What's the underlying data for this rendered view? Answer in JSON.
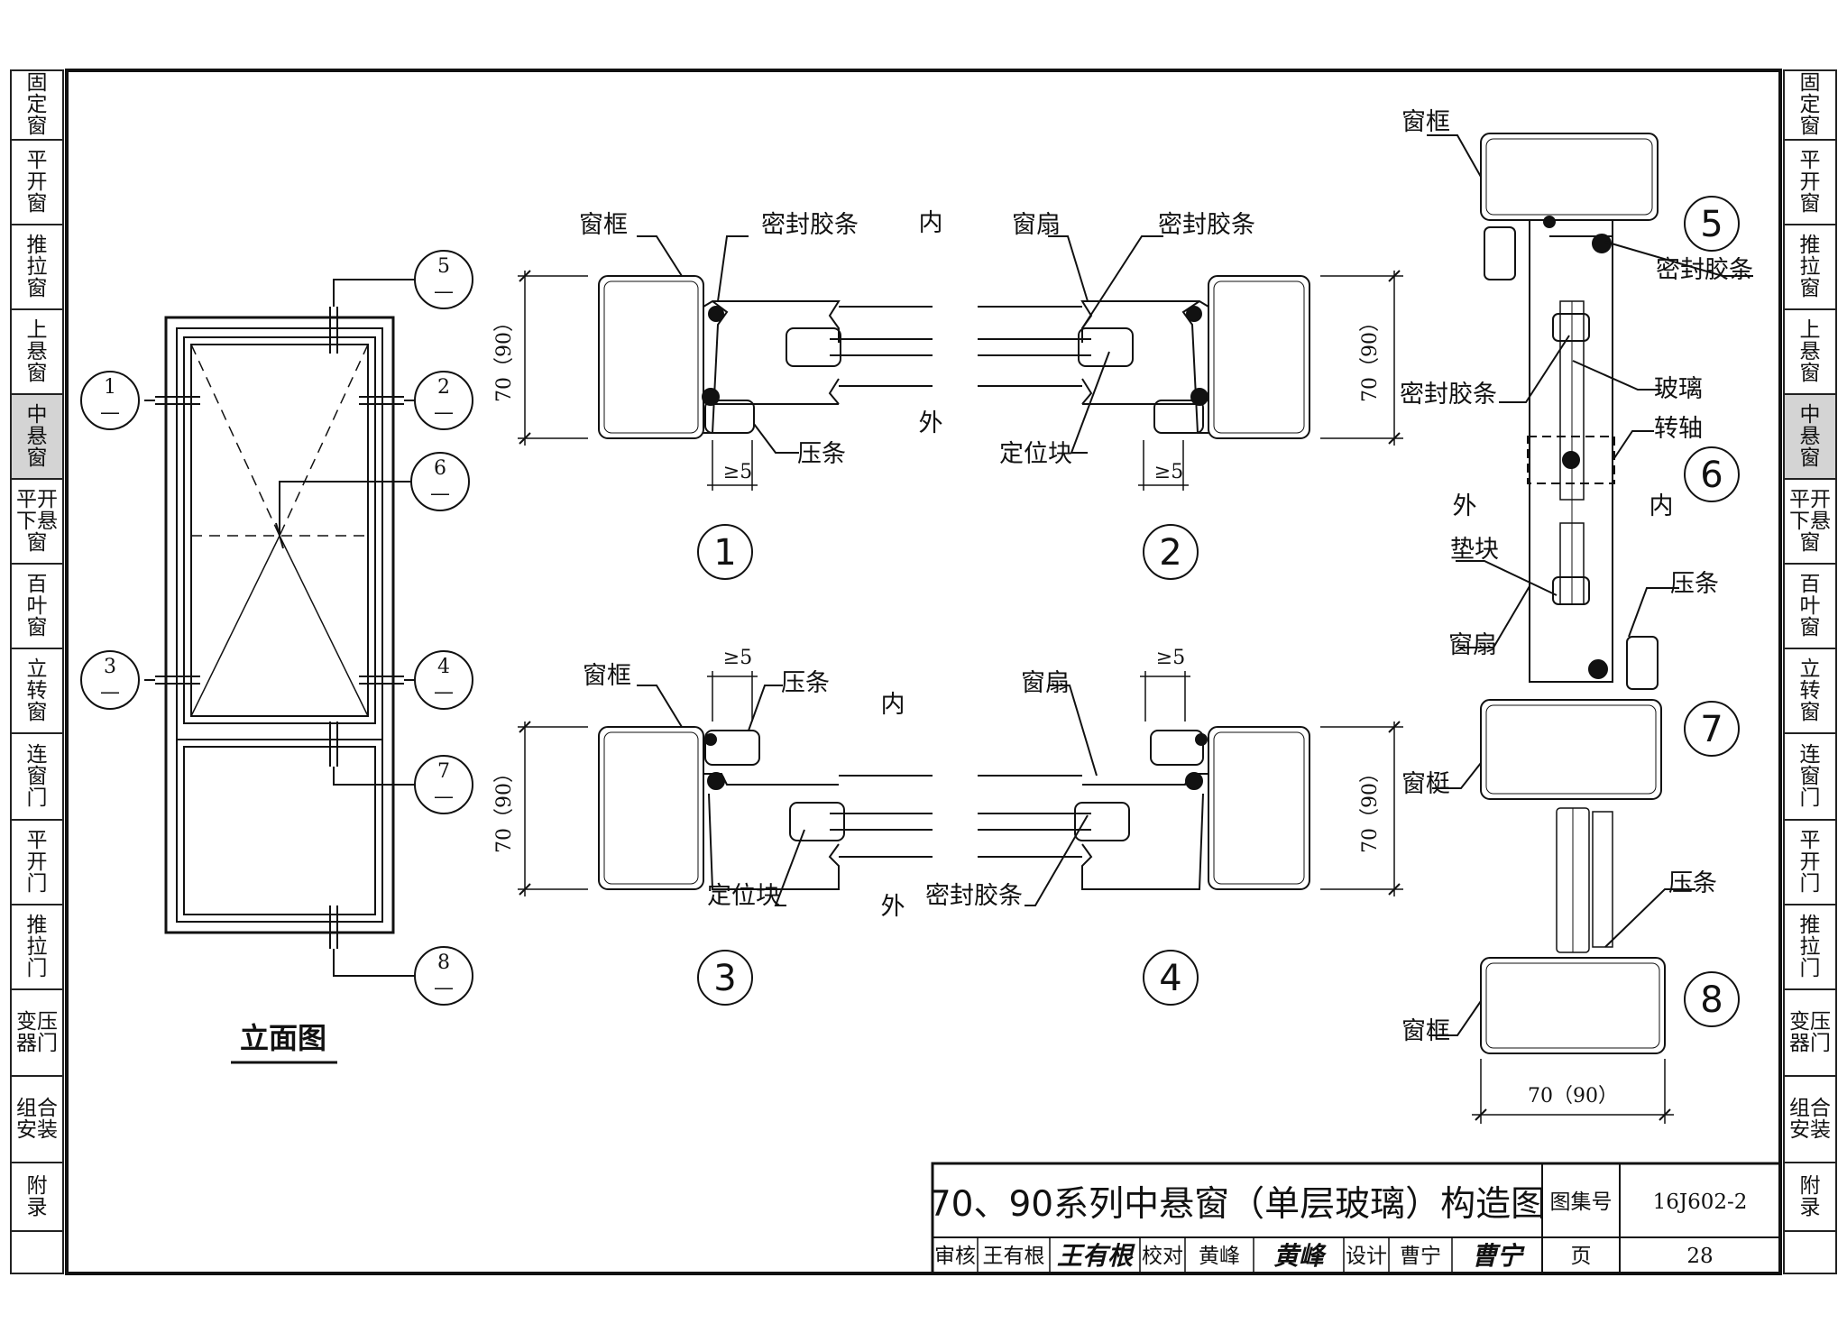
{
  "left_tabs": [
    {
      "label": "固\n定\n窗",
      "active": false
    },
    {
      "label": "平\n开\n窗",
      "active": false
    },
    {
      "label": "推\n拉\n窗",
      "active": false
    },
    {
      "label": "上\n悬\n窗",
      "active": false
    },
    {
      "label": "中\n悬\n窗",
      "active": true
    },
    {
      "label": "平开\n下悬\n窗",
      "active": false
    },
    {
      "label": "百\n叶\n窗",
      "active": false
    },
    {
      "label": "立\n转\n窗",
      "active": false
    },
    {
      "label": "连\n窗\n门",
      "active": false
    },
    {
      "label": "平\n开\n门",
      "active": false
    },
    {
      "label": "推\n拉\n门",
      "active": false
    },
    {
      "label": "变压\n器门",
      "active": false
    },
    {
      "label": "组合\n安装",
      "active": false
    },
    {
      "label": "附\n录",
      "active": false
    }
  ],
  "right_tabs": [
    {
      "label": "固\n定\n窗",
      "active": false
    },
    {
      "label": "平\n开\n窗",
      "active": false
    },
    {
      "label": "推\n拉\n窗",
      "active": false
    },
    {
      "label": "上\n悬\n窗",
      "active": false
    },
    {
      "label": "中\n悬\n窗",
      "active": true
    },
    {
      "label": "平开\n下悬\n窗",
      "active": false
    },
    {
      "label": "百\n叶\n窗",
      "active": false
    },
    {
      "label": "立\n转\n窗",
      "active": false
    },
    {
      "label": "连\n窗\n门",
      "active": false
    },
    {
      "label": "平\n开\n门",
      "active": false
    },
    {
      "label": "推\n拉\n门",
      "active": false
    },
    {
      "label": "变压\n器门",
      "active": false
    },
    {
      "label": "组合\n安装",
      "active": false
    },
    {
      "label": "附\n录",
      "active": false
    }
  ],
  "elevation": {
    "title": "立面图",
    "callouts": [
      "1",
      "2",
      "3",
      "4",
      "5",
      "6",
      "7",
      "8"
    ],
    "dash": "—"
  },
  "labels": {
    "frame": "窗框",
    "sash": "窗扇",
    "mullion": "窗梃",
    "seal": "密封胶条",
    "bead": "压条",
    "locator": "定位块",
    "glass": "玻璃",
    "pivot": "转轴",
    "pad": "垫块",
    "inside": "内",
    "outside": "外",
    "dim_70_90": "70（90）",
    "dim_ge5": "≥5"
  },
  "detail_numbers": [
    "1",
    "2",
    "3",
    "4",
    "5",
    "6",
    "7",
    "8"
  ],
  "title_block": {
    "title": "70、90系列中悬窗（单层玻璃）构造图",
    "atlas_label": "图集号",
    "atlas_no": "16J602-2",
    "review_label": "审核",
    "review_name": "王有根",
    "review_sig": "王有根",
    "check_label": "校对",
    "check_name": "黄峰",
    "check_sig": "黄峰",
    "design_label": "设计",
    "design_name": "曹宁",
    "design_sig": "曹宁",
    "page_label": "页",
    "page_no": "28"
  }
}
